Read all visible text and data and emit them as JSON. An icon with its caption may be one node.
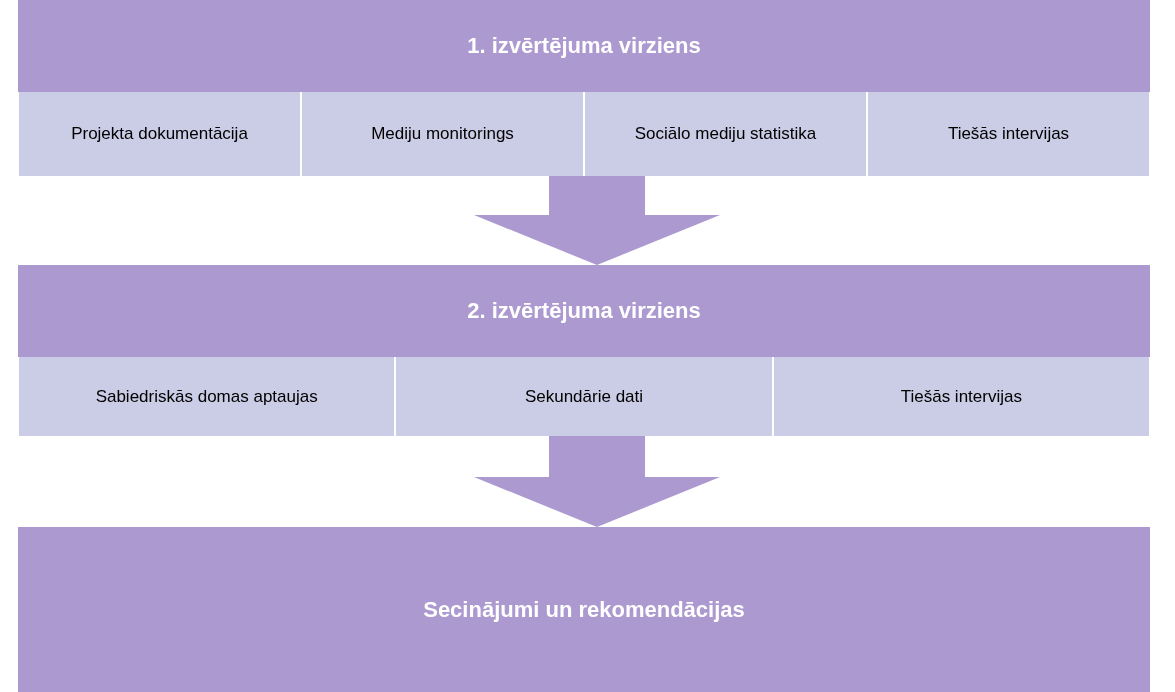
{
  "diagram": {
    "nodes": [
      {
        "text": [
          "1. izvērtējuma virziens"
        ]
      },
      {
        "text": [
          "Projekta dokumentācija"
        ],
        "in": 0
      },
      {
        "text": [
          "Mediju monitorings"
        ],
        "in": 0
      },
      {
        "text": [
          "Sociālo mediju statistika"
        ],
        "in": 0
      },
      {
        "text": [
          "Tiešās intervijas"
        ],
        "in": 0
      },
      {
        "text": [
          "2. izvērtējuma virziens"
        ]
      },
      {
        "text": [
          "Sabiedriskās domas aptaujas"
        ],
        "in": 5
      },
      {
        "text": [
          "Sekundārie dati"
        ],
        "in": 5
      },
      {
        "text": [
          "Tiešās intervijas"
        ],
        "in": 5
      },
      {
        "text": [
          "Secinājumi un rekomendācijas"
        ]
      }
    ],
    "edges": [
      {
        "from": 0,
        "to": 5,
        "arrow": "to"
      },
      {
        "from": 5,
        "to": 9,
        "arrow": "to"
      }
    ]
  }
}
